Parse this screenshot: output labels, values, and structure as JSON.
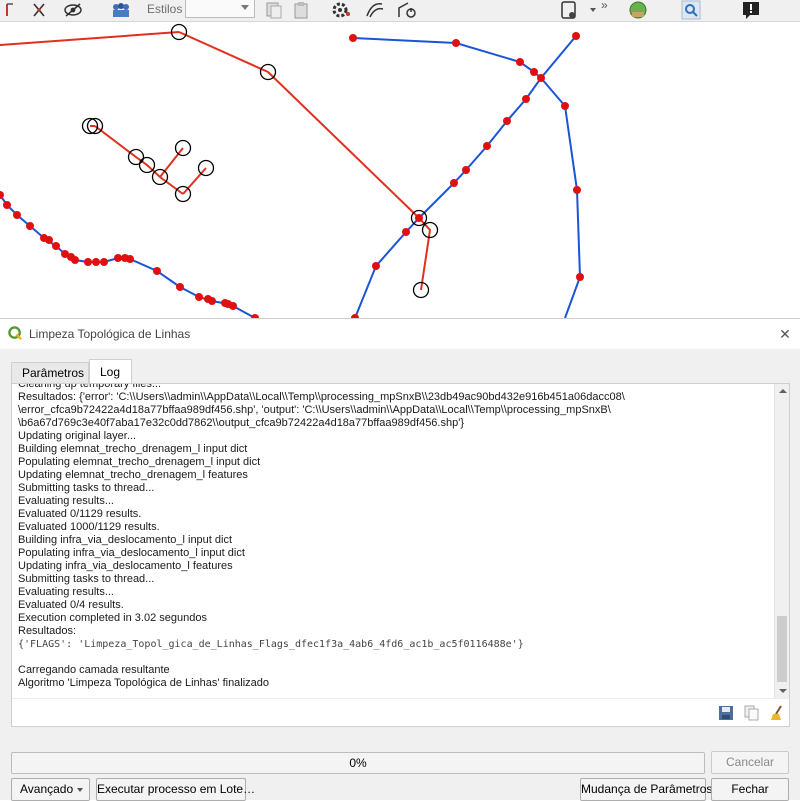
{
  "toolbar": {
    "styles_label": "Estilos",
    "styles_combo_value": "",
    "overflow_label": "»"
  },
  "colors": {
    "red_line": "#e1301d",
    "blue_line": "#1a55d6",
    "vertex_fill": "#e01010",
    "flag_circle": "#000000"
  },
  "dialog": {
    "title": "Limpeza Topológica de Linhas",
    "close_glyph": "✕",
    "tabs": [
      {
        "label": "Parâmetros",
        "active": false
      },
      {
        "label": "Log",
        "active": true
      }
    ],
    "log_lines": [
      "Cleaning up temporary files...",
      "Resultados: {'error': 'C:\\\\Users\\\\admin\\\\AppData\\\\Local\\\\Temp\\\\processing_mpSnxB\\\\23db49ac90bd432e916b451a06dacc08\\",
      "\\error_cfca9b72422a4d18a77bffaa989df456.shp', 'output': 'C:\\\\Users\\\\admin\\\\AppData\\\\Local\\\\Temp\\\\processing_mpSnxB\\",
      "\\b6a67d769c3e40f7aba17e32c0dd7862\\\\output_cfca9b72422a4d18a77bffaa989df456.shp'}",
      "Updating original layer...",
      "Building elemnat_trecho_drenagem_l input dict",
      "Populating elemnat_trecho_drenagem_l input dict",
      "Updating elemnat_trecho_drenagem_l features",
      "Submitting tasks to thread...",
      "Evaluating results...",
      "Evaluated 0/1129 results.",
      "Evaluated 1000/1129 results.",
      "Building infra_via_deslocamento_l input dict",
      "Populating infra_via_deslocamento_l input dict",
      "Updating infra_via_deslocamento_l features",
      "Submitting tasks to thread...",
      "Evaluating results...",
      "Evaluated 0/4 results.",
      "Execution completed in 3.02 segundos",
      "Resultados:",
      "{'FLAGS': 'Limpeza_Topol_gica_de_Linhas_Flags_dfec1f3a_4ab6_4fd6_ac1b_ac5f0116488e'}",
      "",
      "Carregando camada resultante",
      "Algoritmo 'Limpeza Topológica de Linhas' finalizado"
    ],
    "progress_text": "0%",
    "buttons": {
      "cancel": "Cancelar",
      "advanced": "Avançado",
      "batch": "Executar processo em Lote…",
      "change_params": "Mudança de Parâmetros",
      "close": "Fechar"
    }
  }
}
